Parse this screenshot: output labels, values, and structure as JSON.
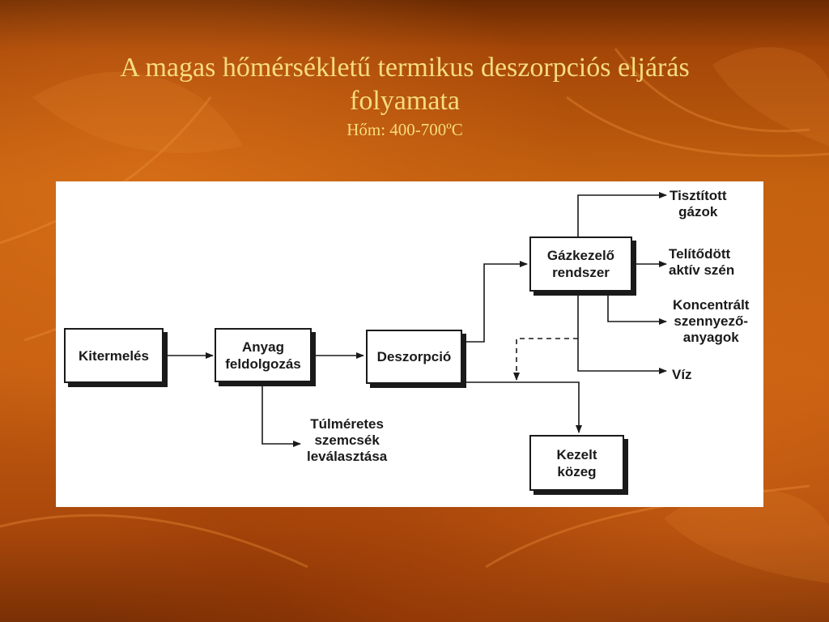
{
  "title": "A magas hőmérsékletű termikus deszorpciós eljárás folyamata",
  "subtitle": "Hőm: 400-700ºC",
  "boxes": {
    "kitermeles": "Kitermelés",
    "anyag": "Anyag\nfeldolgozás",
    "deszorpcio": "Deszorpció",
    "gazkezelo": "Gázkezelő\nrendszer",
    "kezelt": "Kezelt\nközeg"
  },
  "outputs": {
    "tisztitott": "Tisztított\ngázok",
    "telitodott": "Telítődött\naktív szén",
    "koncentralt": "Koncentrált\nszennyező-\nanyagok",
    "viz": "Víz",
    "tulmeretes": "Túlméretes\nszemcsék\nleválasztása"
  },
  "colors": {
    "title_text": "#f6dc7e",
    "background": "#c2600e",
    "diagram_bg": "#ffffff",
    "line": "#1a1a1a"
  }
}
